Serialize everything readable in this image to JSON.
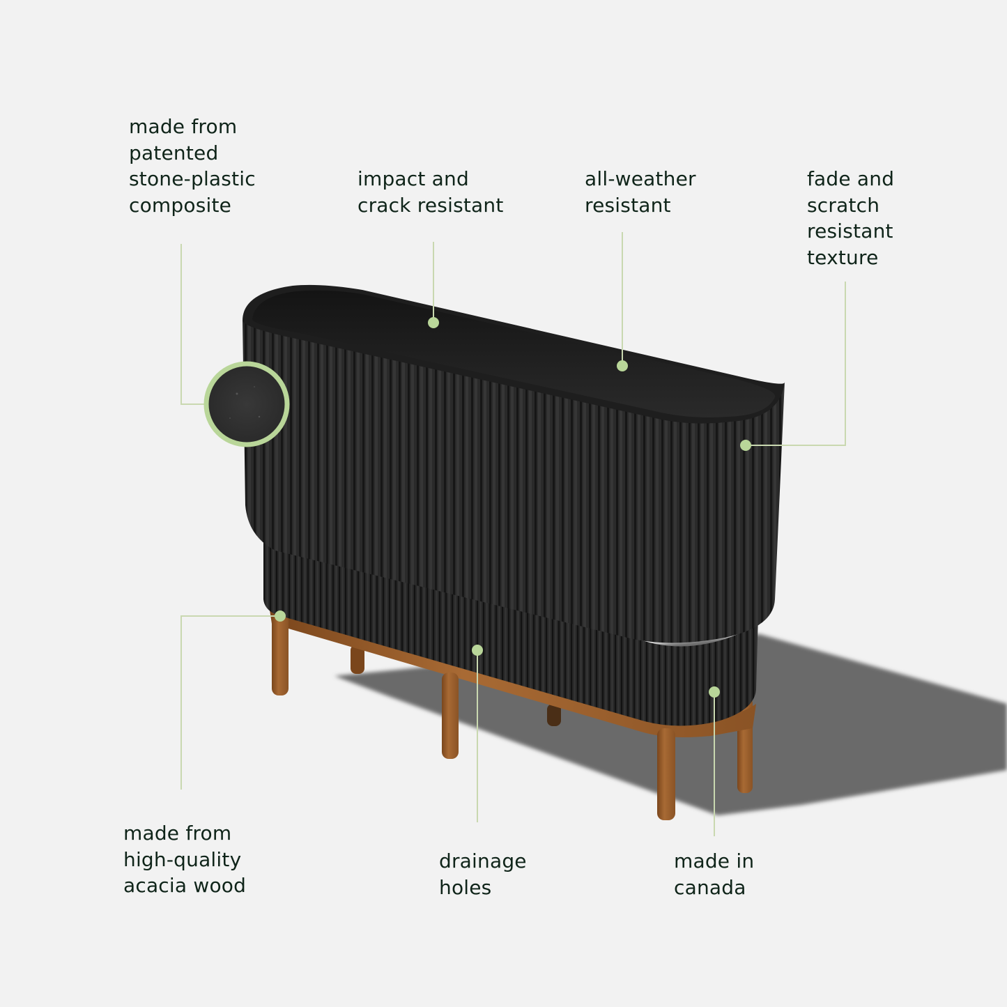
{
  "infographic": {
    "colors": {
      "background": "#f2f2f2",
      "text": "#0f2419",
      "accent": "#b9d699",
      "connector": "#c9d8b0",
      "planter": "#262626",
      "wood": "#9c5f2c",
      "shadow": "#6b6b6b"
    },
    "callouts": {
      "material": {
        "lines": [
          "made from",
          "patented",
          "stone-plastic",
          "composite"
        ]
      },
      "impact": {
        "lines": [
          "impact and",
          "crack resistant"
        ]
      },
      "weather": {
        "lines": [
          "all-weather",
          "resistant"
        ]
      },
      "fade": {
        "lines": [
          "fade and",
          "scratch",
          "resistant",
          "texture"
        ]
      },
      "wood": {
        "lines": [
          "made from",
          "high-quality",
          "acacia wood"
        ]
      },
      "drainage": {
        "lines": [
          "drainage",
          "holes"
        ]
      },
      "origin": {
        "lines": [
          "made in",
          "canada"
        ]
      }
    },
    "product": {
      "name": "fluted oval planter with acacia wood stand",
      "texture_swatch": "stone-plastic-texture-closeup"
    }
  }
}
